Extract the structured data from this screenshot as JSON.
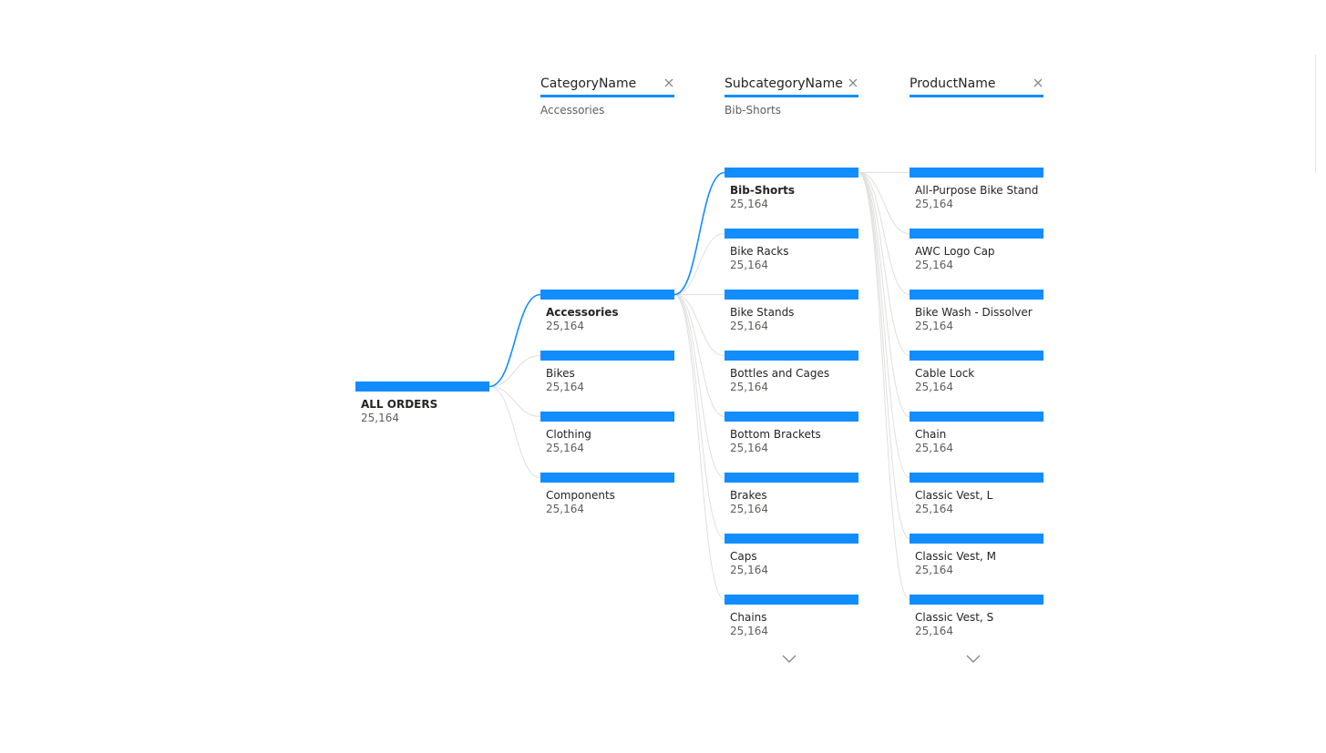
{
  "root": {
    "label": "ALL ORDERS",
    "value": "25,164"
  },
  "levels": [
    {
      "title": "CategoryName",
      "filter": "Accessories",
      "selected_index": 0,
      "has_more": false,
      "nodes": [
        {
          "label": "Accessories",
          "value": "25,164"
        },
        {
          "label": "Bikes",
          "value": "25,164"
        },
        {
          "label": "Clothing",
          "value": "25,164"
        },
        {
          "label": "Components",
          "value": "25,164"
        }
      ]
    },
    {
      "title": "SubcategoryName",
      "filter": "Bib-Shorts",
      "selected_index": 0,
      "has_more": true,
      "nodes": [
        {
          "label": "Bib-Shorts",
          "value": "25,164"
        },
        {
          "label": "Bike Racks",
          "value": "25,164"
        },
        {
          "label": "Bike Stands",
          "value": "25,164"
        },
        {
          "label": "Bottles and Cages",
          "value": "25,164"
        },
        {
          "label": "Bottom Brackets",
          "value": "25,164"
        },
        {
          "label": "Brakes",
          "value": "25,164"
        },
        {
          "label": "Caps",
          "value": "25,164"
        },
        {
          "label": "Chains",
          "value": "25,164"
        }
      ]
    },
    {
      "title": "ProductName",
      "filter": "",
      "selected_index": -1,
      "has_more": true,
      "nodes": [
        {
          "label": "All-Purpose Bike Stand",
          "value": "25,164"
        },
        {
          "label": "AWC Logo Cap",
          "value": "25,164"
        },
        {
          "label": "Bike Wash - Dissolver",
          "value": "25,164"
        },
        {
          "label": "Cable Lock",
          "value": "25,164"
        },
        {
          "label": "Chain",
          "value": "25,164"
        },
        {
          "label": "Classic Vest, L",
          "value": "25,164"
        },
        {
          "label": "Classic Vest, M",
          "value": "25,164"
        },
        {
          "label": "Classic Vest, S",
          "value": "25,164"
        }
      ]
    }
  ],
  "icons": {
    "close": "close-icon",
    "expand": "chevron-down-icon"
  },
  "colors": {
    "bar": "#118dff",
    "active_connector": "#118dff",
    "inactive_connector": "#e1dfdd",
    "label_text": "#252423",
    "value_text": "#605e5c"
  }
}
